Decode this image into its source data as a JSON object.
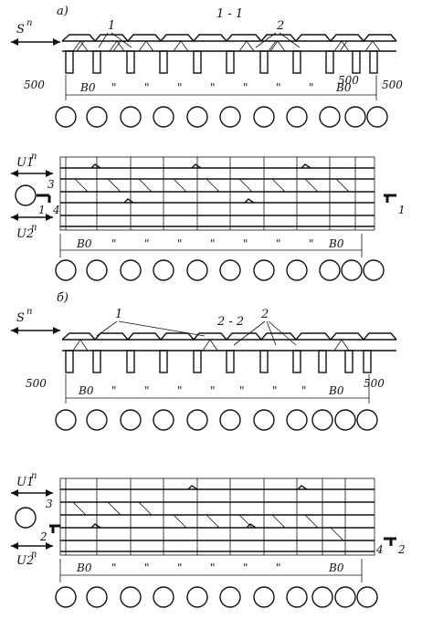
{
  "panel_a": {
    "letter": "а)",
    "section": "1 - 1",
    "force_s": "S",
    "force_s_sup": "п",
    "leader_1": "1",
    "leader_2": "2",
    "dim_500": "500",
    "dim_b0": "B0",
    "ditto": "\"",
    "plan": {
      "force_u1": "U1",
      "force_u2": "U2",
      "sup": "п",
      "mark_3": "3",
      "mark_4": "4",
      "cut": "1"
    }
  },
  "panel_b": {
    "letter": "б)",
    "section": "2 - 2",
    "force_s": "S",
    "force_s_sup": "п",
    "leader_1": "1",
    "leader_2": "2",
    "dim_500": "500",
    "dim_b0": "B0",
    "ditto": "\"",
    "plan": {
      "force_u1": "U1",
      "force_u2": "U2",
      "sup": "п",
      "mark_3": "3",
      "mark_4": "4",
      "cut": "2"
    }
  }
}
